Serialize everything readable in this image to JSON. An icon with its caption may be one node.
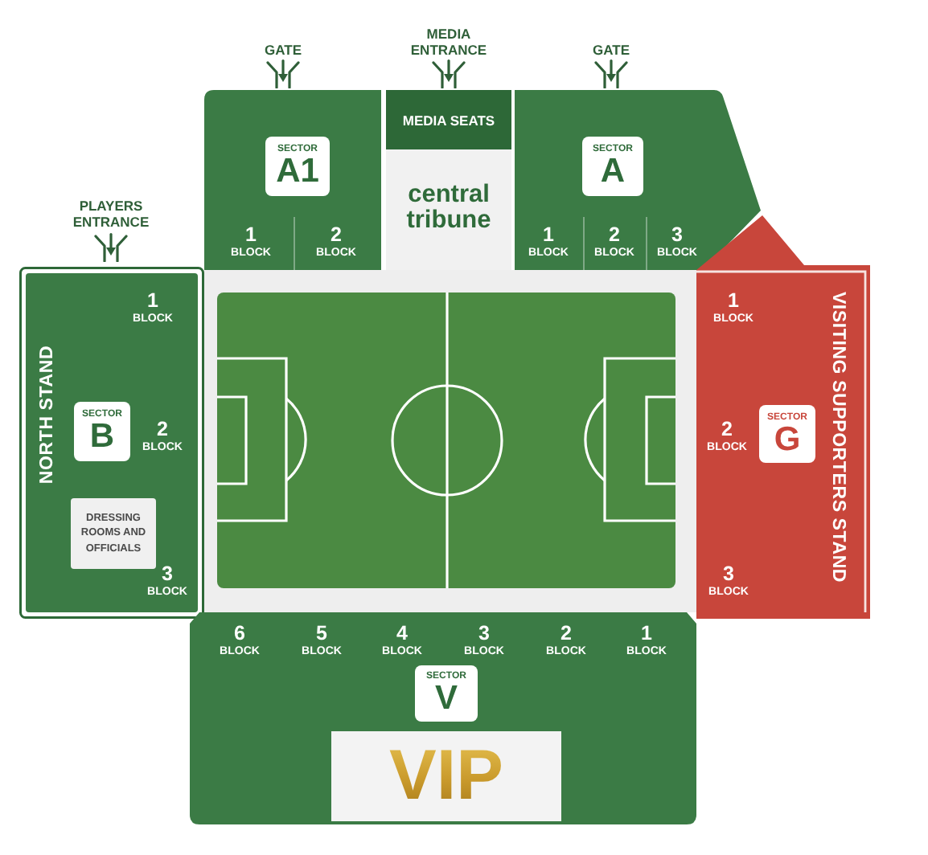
{
  "diagram": {
    "nodes": [
      {
        "text": [
          "1 BLOCK",
          "2 BLOCK"
        ]
      },
      {
        "text": [
          "SECTOR",
          "A1"
        ],
        "in": 0
      },
      {
        "text": [
          "central tribune"
        ]
      },
      {
        "text": [
          "MEDIA SEATS"
        ],
        "in": 2
      },
      {
        "text": [
          "1 BLOCK",
          "2 BLOCK",
          "3 BLOCK"
        ]
      },
      {
        "text": [
          "SECTOR",
          "A"
        ],
        "in": 4
      },
      {
        "text": [
          "NORTH STAND",
          "1 BLOCK",
          "2 BLOCK",
          "3 BLOCK"
        ]
      },
      {
        "text": [
          "SECTOR",
          "B"
        ],
        "in": 6
      },
      {
        "text": [
          "DRESSING ROOMS AND OFFICIALS"
        ],
        "in": 6
      },
      {
        "text": [
          "VISITING SUPPORTERS STAND",
          "1 BLOCK",
          "2 BLOCK",
          "3 BLOCK"
        ]
      },
      {
        "text": [
          "SECTOR",
          "G"
        ],
        "in": 9
      },
      {
        "text": [
          "6 BLOCK",
          "5 BLOCK",
          "4 BLOCK",
          "3 BLOCK",
          "2 BLOCK",
          "1 BLOCK"
        ]
      },
      {
        "text": [
          "SECTOR",
          "V"
        ],
        "in": 11
      },
      {
        "text": [
          "VIP"
        ],
        "in": 11
      }
    ],
    "labels": [
      "GATE",
      "MEDIA ENTRANCE",
      "GATE",
      "PLAYERS ENTRANCE"
    ]
  }
}
